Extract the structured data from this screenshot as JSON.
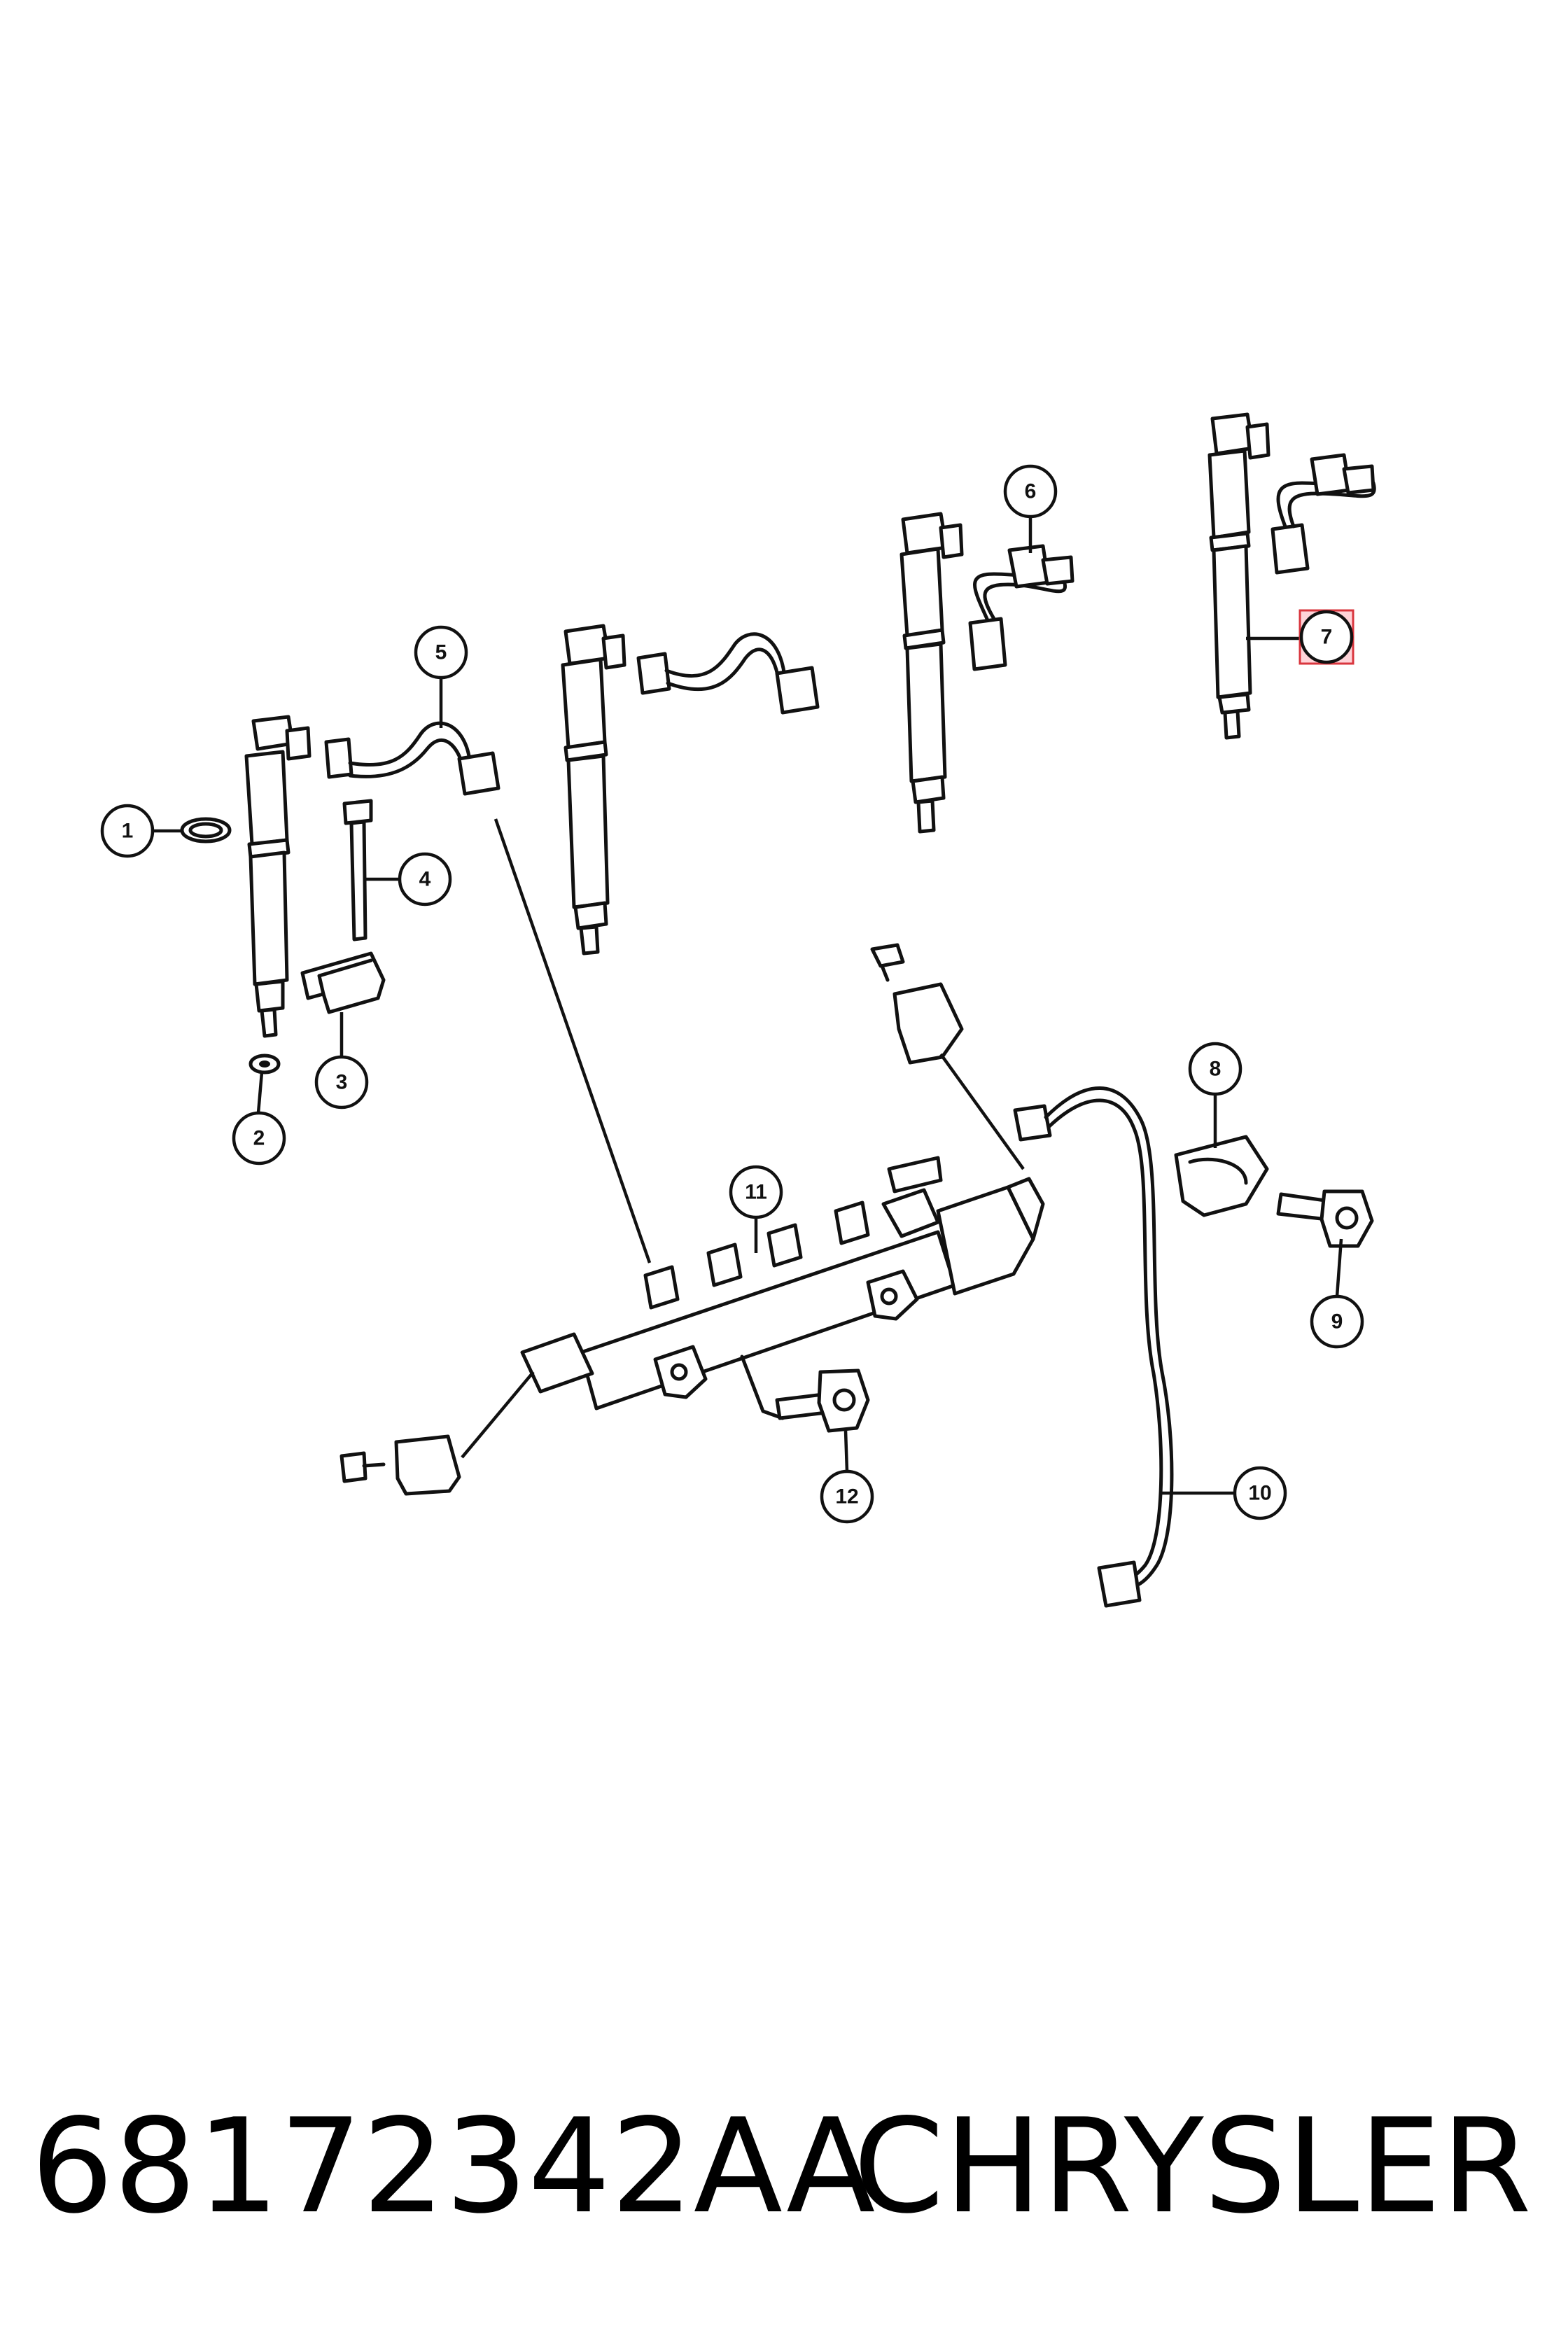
{
  "callouts": [
    {
      "id": "c1",
      "label": "1"
    },
    {
      "id": "c2",
      "label": "2"
    },
    {
      "id": "c3",
      "label": "3"
    },
    {
      "id": "c4",
      "label": "4"
    },
    {
      "id": "c5",
      "label": "5"
    },
    {
      "id": "c6",
      "label": "6"
    },
    {
      "id": "c7",
      "label": "7",
      "highlighted": true
    },
    {
      "id": "c8",
      "label": "8"
    },
    {
      "id": "c9",
      "label": "9"
    },
    {
      "id": "c10",
      "label": "10"
    },
    {
      "id": "c11",
      "label": "11"
    },
    {
      "id": "c12",
      "label": "12"
    }
  ],
  "footer": {
    "part_number": "68172342AA",
    "brand": "CHRYSLER"
  },
  "colors": {
    "line": "#111111",
    "highlight_fill": "#ffa0aa",
    "highlight_stroke": "#d9363e"
  }
}
